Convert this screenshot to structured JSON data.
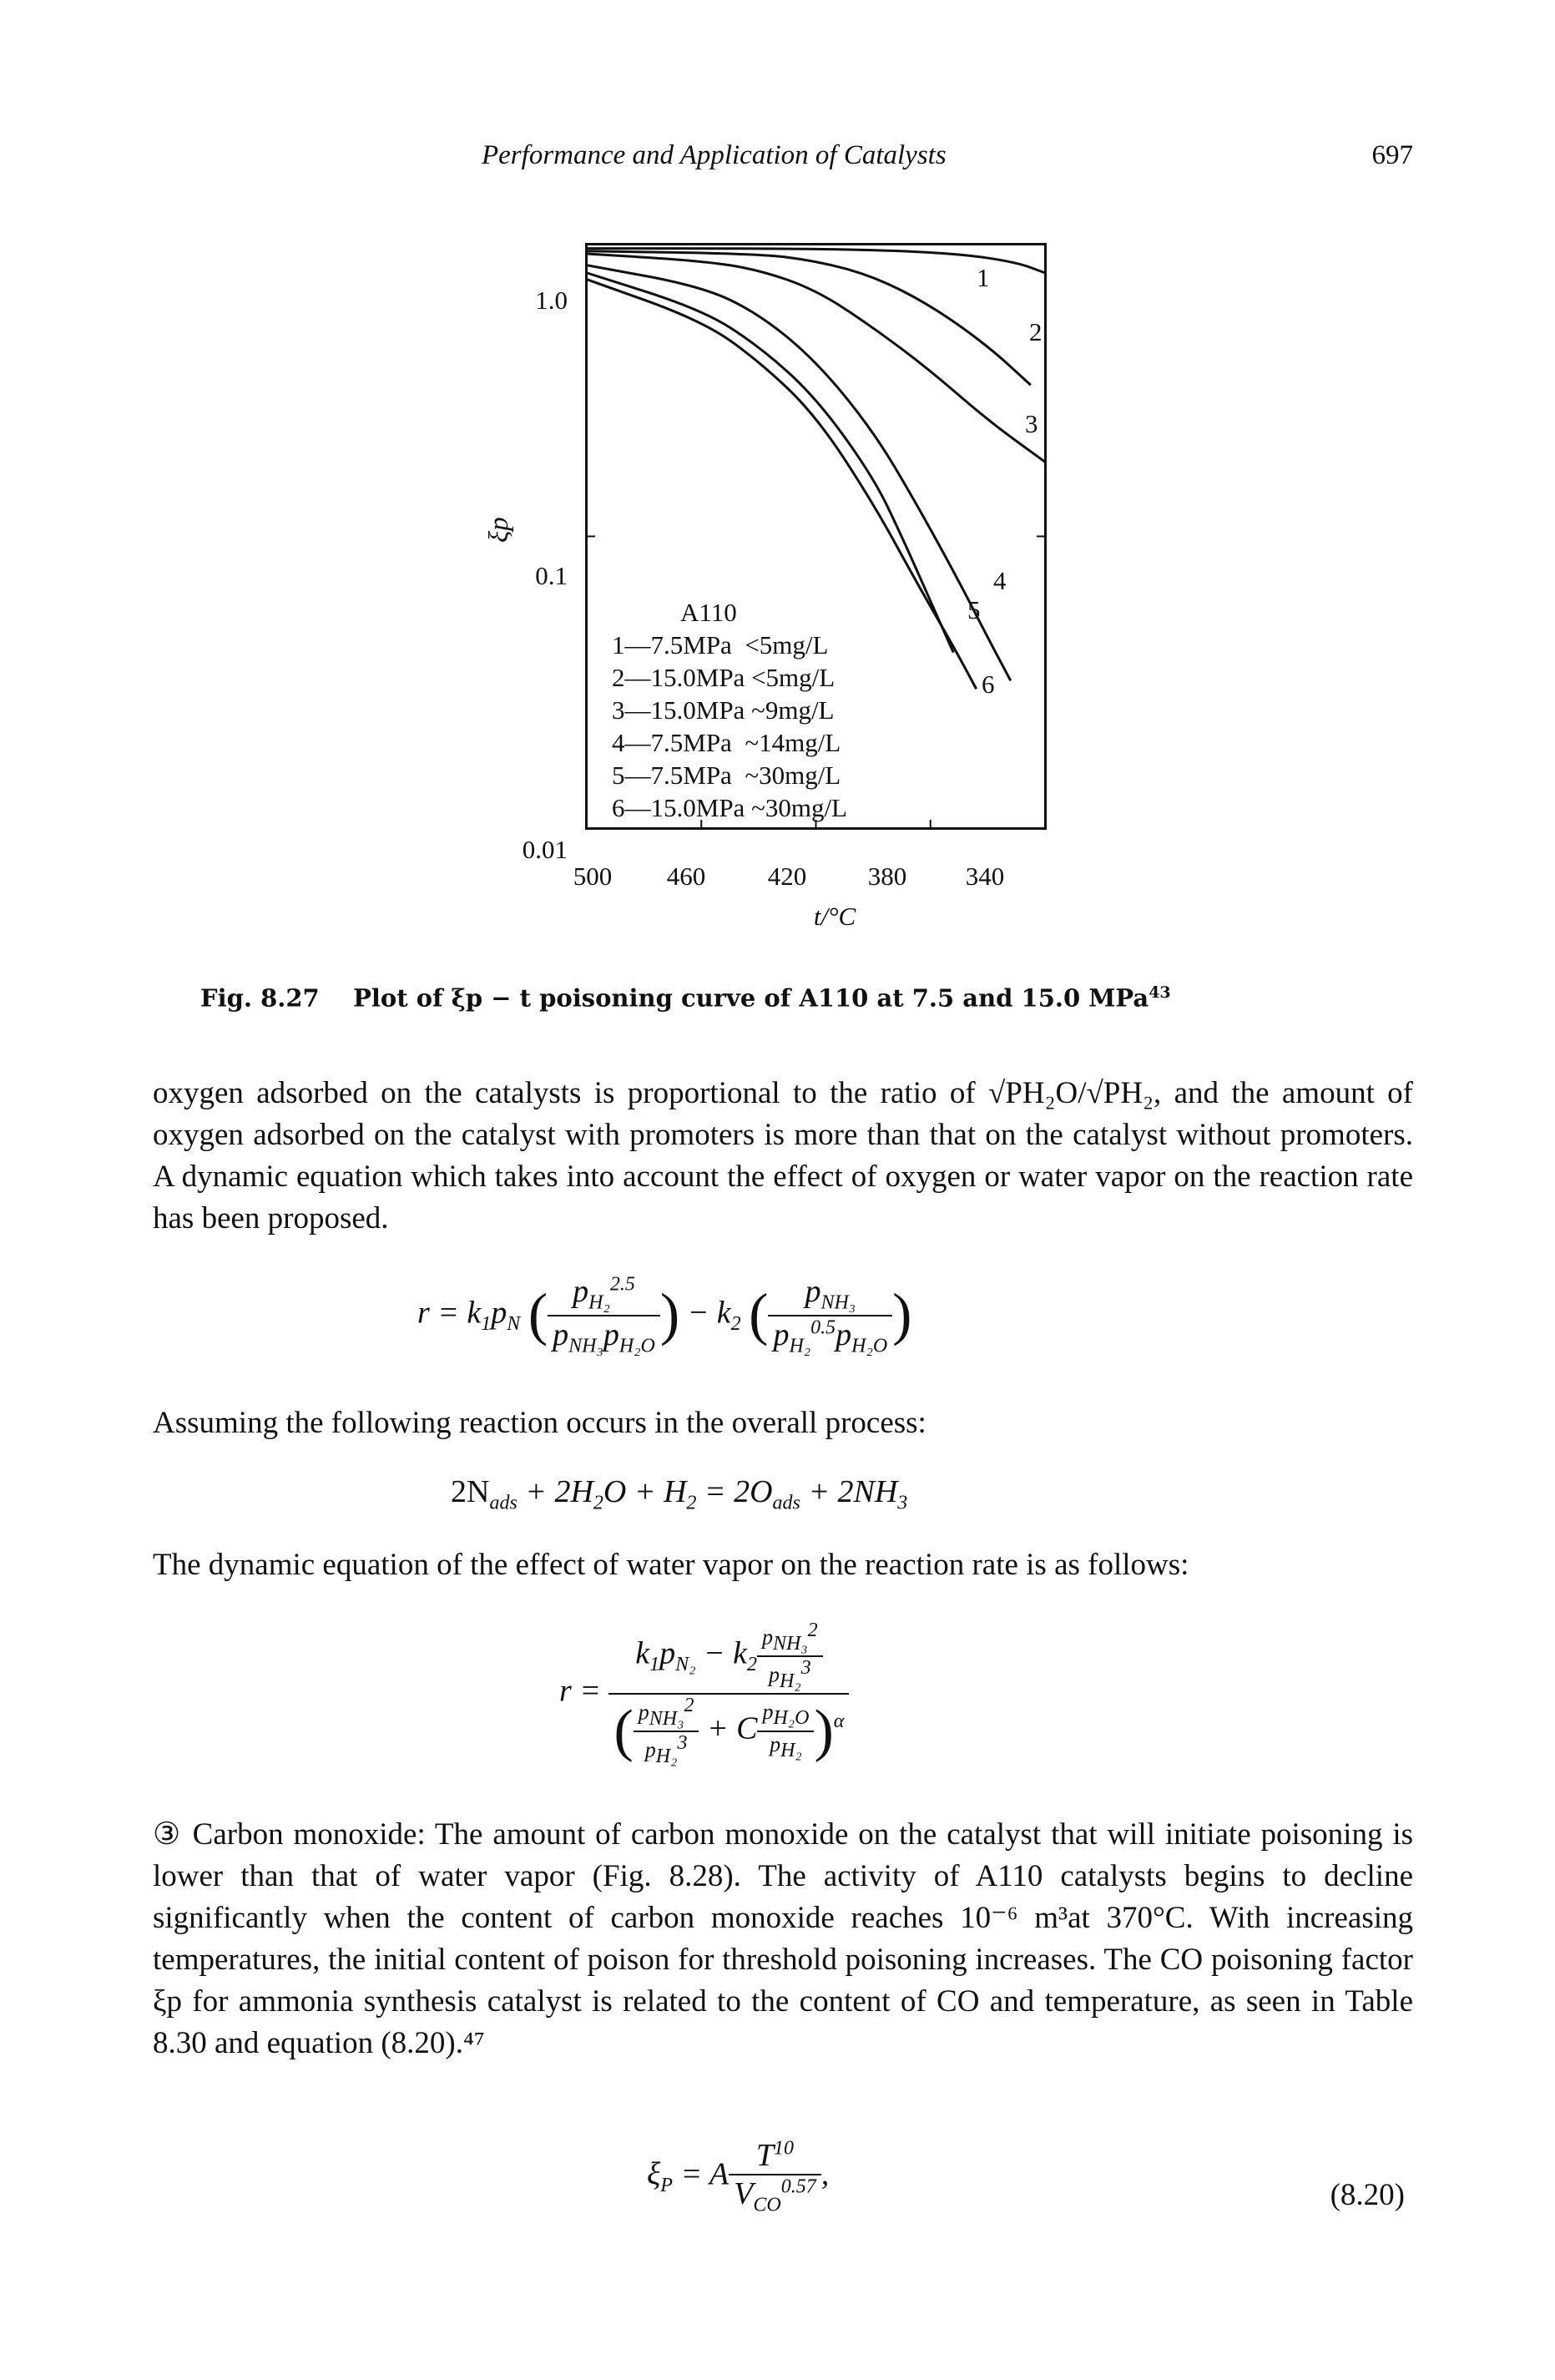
{
  "header": {
    "running_title": "Performance and Application of Catalysts",
    "page_number": "697"
  },
  "figure": {
    "y_ticks": [
      "1.0",
      "0.1",
      "0.01"
    ],
    "x_ticks": [
      "500",
      "460",
      "420",
      "380",
      "340"
    ],
    "y_label": "ξp",
    "x_label": "t/°C",
    "curve_labels": [
      "1",
      "2",
      "3",
      "4",
      "5",
      "6"
    ],
    "legend": {
      "title": "A110",
      "rows": [
        "1—7.5MPa  <5mg/L",
        "2—15.0MPa <5mg/L",
        "3—15.0MPa ~9mg/L",
        "4—7.5MPa  ~14mg/L",
        "5—7.5MPa  ~30mg/L",
        "6—15.0MPa ~30mg/L"
      ]
    },
    "caption": {
      "label": "Fig. 8.27",
      "text": "Plot of ξp − t poisoning curve of A110 at 7.5 and 15.0 MPa",
      "ref": "43"
    }
  },
  "chart_data": {
    "type": "line",
    "xlabel": "t/°C",
    "ylabel": "ξp",
    "x_ticks": [
      500,
      460,
      420,
      380,
      340
    ],
    "xlim": [
      500,
      340
    ],
    "ylim": [
      0.01,
      1.0
    ],
    "y_scale": "log",
    "legend_title": "A110",
    "series": [
      {
        "name": "1—7.5MPa <5mg/L",
        "x": [
          500,
          440,
          400,
          370,
          350,
          340
        ],
        "y": [
          0.97,
          0.97,
          0.96,
          0.93,
          0.87,
          0.8
        ]
      },
      {
        "name": "2—15.0MPa <5mg/L",
        "x": [
          500,
          440,
          420,
          400,
          380,
          360,
          345
        ],
        "y": [
          0.95,
          0.93,
          0.88,
          0.78,
          0.62,
          0.45,
          0.33
        ]
      },
      {
        "name": "3—15.0MPa ~9mg/L",
        "x": [
          500,
          460,
          440,
          420,
          400,
          380,
          360,
          340
        ],
        "y": [
          0.93,
          0.88,
          0.82,
          0.7,
          0.52,
          0.37,
          0.25,
          0.18
        ]
      },
      {
        "name": "4—7.5MPa ~14mg/L",
        "x": [
          500,
          460,
          440,
          420,
          400,
          385,
          370,
          360,
          352
        ],
        "y": [
          0.85,
          0.72,
          0.58,
          0.4,
          0.23,
          0.13,
          0.07,
          0.045,
          0.032
        ]
      },
      {
        "name": "5—7.5MPa ~30mg/L",
        "x": [
          500,
          460,
          440,
          420,
          400,
          390,
          380,
          372
        ],
        "y": [
          0.8,
          0.6,
          0.45,
          0.3,
          0.16,
          0.1,
          0.06,
          0.04
        ]
      },
      {
        "name": "6—15.0MPa ~30mg/L",
        "x": [
          500,
          460,
          440,
          420,
          400,
          385,
          372,
          364
        ],
        "y": [
          0.76,
          0.55,
          0.4,
          0.26,
          0.13,
          0.07,
          0.042,
          0.03
        ]
      }
    ]
  },
  "body": {
    "p1": "oxygen adsorbed on the catalysts is proportional to the ratio of √PH₂O/√PH₂, and the amount of oxygen adsorbed on the catalyst with promoters is more than that on the catalyst without promoters. A dynamic equation which takes into account the effect of oxygen or water vapor on the reaction rate has been proposed.",
    "p2": "Assuming the following reaction occurs in the overall process:",
    "p3": "The dynamic equation of the effect of water vapor on the reaction rate is as follows:",
    "p4": "③ Carbon monoxide: The amount of carbon monoxide on the catalyst that will initiate poisoning is lower than that of water vapor (Fig. 8.28). The activity of A110 catalysts begins to decline significantly when the content of carbon monoxide reaches 10⁻⁶ m³at 370°C. With increasing temperatures, the initial content of poison for threshold poisoning increases. The CO poisoning factor ξp for ammonia synthesis catalyst is related to the content of CO and temperature, as seen in Table 8.30 and equation (8.20).⁴⁷",
    "eq_number": "(8.20)"
  }
}
